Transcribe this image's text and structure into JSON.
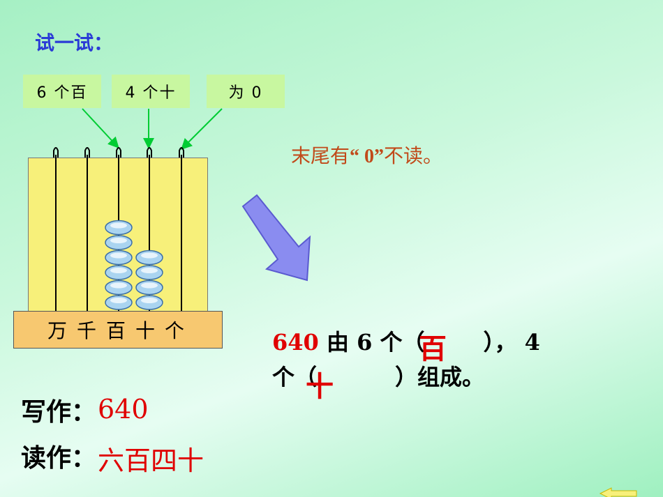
{
  "title": "试一试：",
  "labels": [
    "6 个百",
    "4 个十",
    "为 0"
  ],
  "abacus": {
    "places": [
      "万",
      "千",
      "百",
      "十",
      "个"
    ],
    "beads": [
      0,
      0,
      6,
      4,
      0
    ],
    "colors": {
      "frame": "#f7f07a",
      "base": "#f7c870",
      "bead": "#aad4f0",
      "rod": "#000000"
    }
  },
  "note": {
    "prefix": "末尾有",
    "quote": "“ 0”",
    "suffix": "不读。"
  },
  "sentence": {
    "number": "640",
    "line1_a": "由 6 个（",
    "line1_b": "），  4",
    "line2_a": "个（",
    "line2_b": "）组成。",
    "answer1": "百",
    "answer2": "十"
  },
  "write": {
    "label": "写作：",
    "value": "640"
  },
  "read": {
    "label": "读作：",
    "value": "六百四十"
  }
}
